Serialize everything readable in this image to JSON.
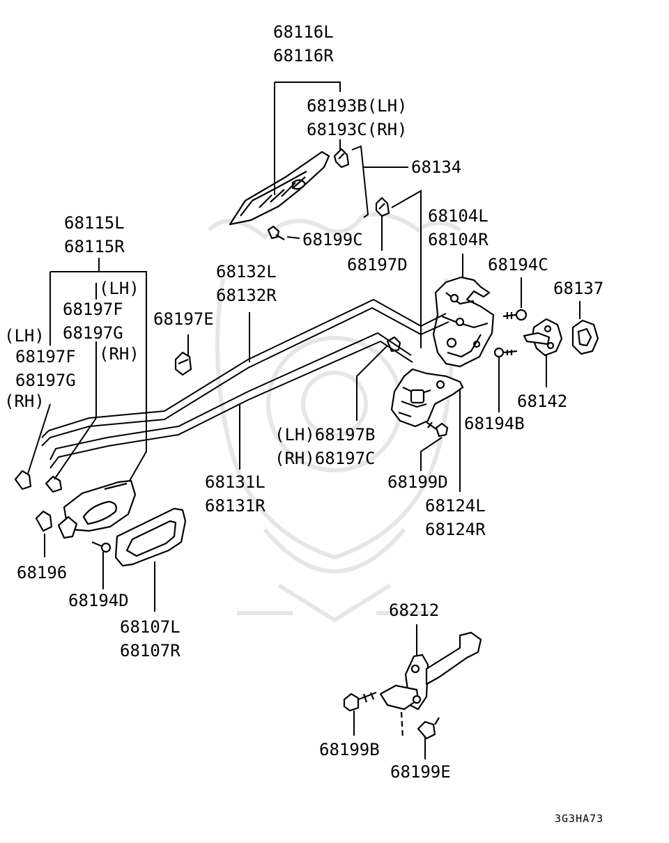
{
  "parts": {
    "p68116L": "68116L",
    "p68116R": "68116R",
    "p68193B": "68193B(LH)",
    "p68193C": "68193C(RH)",
    "p68134": "68134",
    "p68104L": "68104L",
    "p68104R": "68104R",
    "p68199C": "68199C",
    "p68197D": "68197D",
    "p68194C": "68194C",
    "p68137": "68137",
    "p68115L": "68115L",
    "p68115R": "68115R",
    "lh1": "(LH)",
    "p68197F_a": "68197F",
    "p68197G_a": "68197G",
    "rh1": "(RH)",
    "lh2": "(LH)",
    "p68197F_b": "68197F",
    "p68197G_b": "68197G",
    "rh2": "(RH)",
    "p68132L": "68132L",
    "p68132R": "68132R",
    "p68197E": "68197E",
    "p68142": "68142",
    "p68194B": "68194B",
    "p68197B": "(LH)68197B",
    "p68197C": "(RH)68197C",
    "p68199D": "68199D",
    "p68131L": "68131L",
    "p68131R": "68131R",
    "p68124L": "68124L",
    "p68124R": "68124R",
    "p68196": "68196",
    "p68194D": "68194D",
    "p68107L": "68107L",
    "p68107R": "68107R",
    "p68212": "68212",
    "p68199B": "68199B",
    "p68199E": "68199E"
  },
  "diagram_code": "3G3HA73"
}
